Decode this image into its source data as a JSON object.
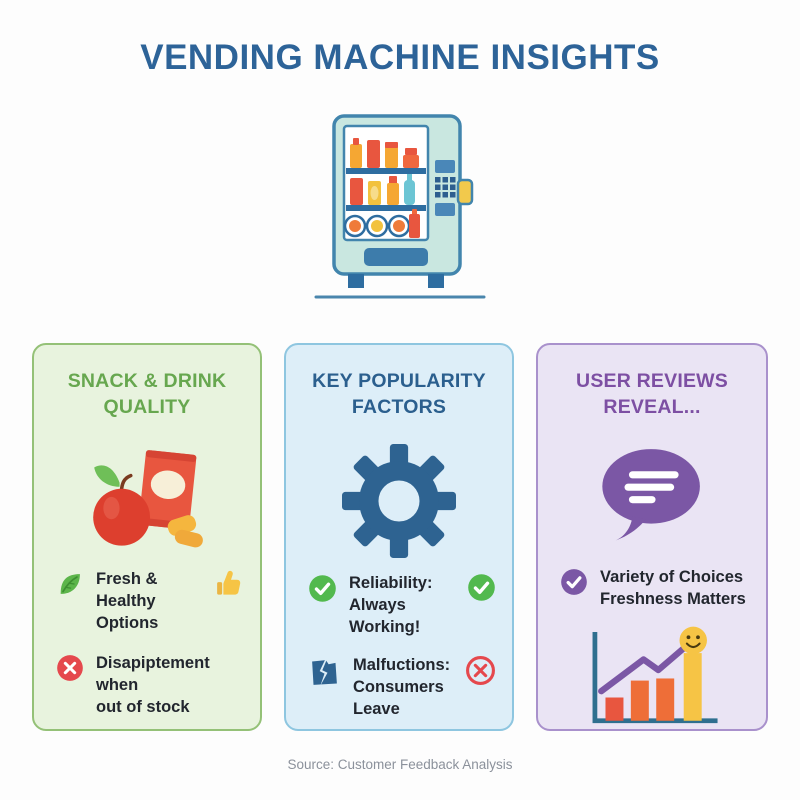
{
  "title": "VENDING MACHINE INSIGHTS",
  "hero_icon": "vending-machine-icon",
  "cards": [
    {
      "title": "SNACK & DRINK QUALITY",
      "hero_icon": "apple-snacks-icon",
      "items": [
        {
          "icon": "leaf-icon",
          "text": "Fresh & Healthy\nOptions",
          "trailing_icon": "thumbs-up-icon"
        },
        {
          "icon": "cross-circle-icon",
          "text": "Disapiptement when\nout of stock"
        }
      ],
      "colors": {
        "bg": "#e8f3de",
        "border": "#94c177",
        "heading": "#67a74f"
      }
    },
    {
      "title": "KEY POPULARITY FACTORS",
      "hero_icon": "gear-icon",
      "items": [
        {
          "icon": "check-circle-icon",
          "text": "Reliability: Always\nWorking!",
          "trailing_icon": "check-circle-icon"
        },
        {
          "icon": "broken-machine-icon",
          "text": "Malfuctions:\nConsumers Leave",
          "trailing_icon": "no-entry-icon"
        }
      ],
      "colors": {
        "bg": "#ddeef8",
        "border": "#8ec6e0",
        "heading": "#2b5f8e"
      }
    },
    {
      "title": "USER REVIEWS REVEAL...",
      "hero_icon": "speech-bubble-icon",
      "footer_icon": "growth-chart-smiley-icon",
      "items": [
        {
          "icon": "check-circle-purple-icon",
          "text": "Variety of Choices\nFreshness Matters"
        }
      ],
      "colors": {
        "bg": "#eae4f4",
        "border": "#a991cc",
        "heading": "#7d4fa3"
      }
    }
  ],
  "footer": {
    "source": "Source: Customer Feedback Analysis"
  },
  "colors": {
    "title": "#2d6398",
    "item_text": "#22262e",
    "source_text": "#8b919b",
    "background": "#fdfdfd",
    "machine_body": "#c9e7e0",
    "machine_outline": "#4285ad",
    "accent_red": "#e8563f",
    "accent_orange": "#f5a733",
    "accent_yellow": "#f6c445",
    "accent_green": "#52b94e",
    "accent_purple": "#7b57a5"
  }
}
